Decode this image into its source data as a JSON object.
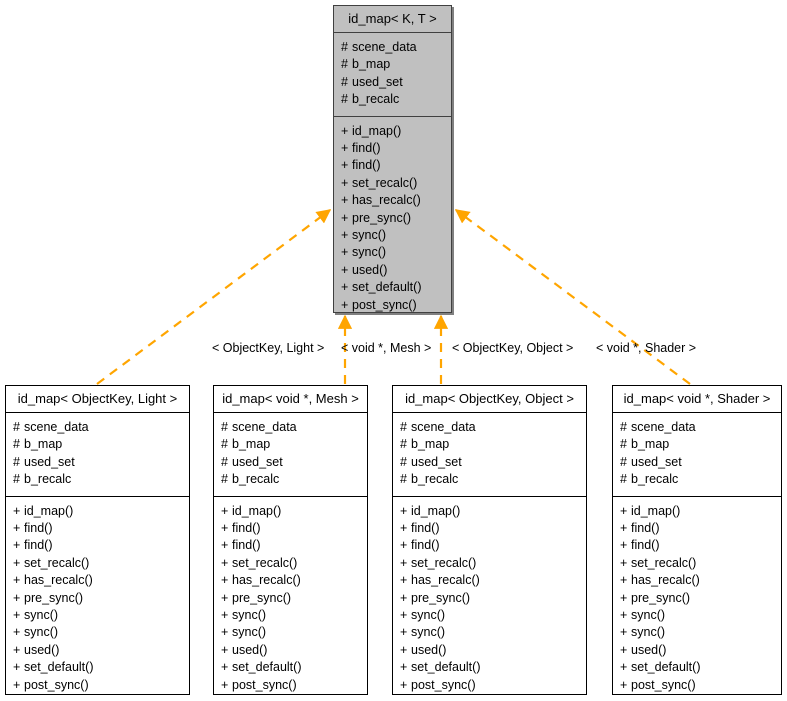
{
  "diagram": {
    "kind": "uml-inheritance-diagram",
    "arrow_color": "#ffa500",
    "base_fill": "#c0c0c0",
    "derived_fill": "#ffffff",
    "border_color": "#000000",
    "background": "#ffffff",
    "attribute_visibility_symbol": "#",
    "method_visibility_symbol": "+"
  },
  "base_class": {
    "name": "id_map< K, T >",
    "attributes": [
      "scene_data",
      "b_map",
      "used_set",
      "b_recalc"
    ],
    "methods": [
      "id_map()",
      "find()",
      "find()",
      "set_recalc()",
      "has_recalc()",
      "pre_sync()",
      "sync()",
      "sync()",
      "used()",
      "set_default()",
      "post_sync()"
    ]
  },
  "derived_classes": [
    {
      "name": "id_map< ObjectKey, Light >",
      "edge_label": "< ObjectKey, Light >",
      "attributes": [
        "scene_data",
        "b_map",
        "used_set",
        "b_recalc"
      ],
      "methods": [
        "id_map()",
        "find()",
        "find()",
        "set_recalc()",
        "has_recalc()",
        "pre_sync()",
        "sync()",
        "sync()",
        "used()",
        "set_default()",
        "post_sync()"
      ]
    },
    {
      "name": "id_map< void *, Mesh >",
      "edge_label": "< void *, Mesh >",
      "attributes": [
        "scene_data",
        "b_map",
        "used_set",
        "b_recalc"
      ],
      "methods": [
        "id_map()",
        "find()",
        "find()",
        "set_recalc()",
        "has_recalc()",
        "pre_sync()",
        "sync()",
        "sync()",
        "used()",
        "set_default()",
        "post_sync()"
      ]
    },
    {
      "name": "id_map< ObjectKey, Object >",
      "edge_label": "< ObjectKey, Object >",
      "attributes": [
        "scene_data",
        "b_map",
        "used_set",
        "b_recalc"
      ],
      "methods": [
        "id_map()",
        "find()",
        "find()",
        "set_recalc()",
        "has_recalc()",
        "pre_sync()",
        "sync()",
        "sync()",
        "used()",
        "set_default()",
        "post_sync()"
      ]
    },
    {
      "name": "id_map< void *, Shader >",
      "edge_label": "< void *, Shader >",
      "attributes": [
        "scene_data",
        "b_map",
        "used_set",
        "b_recalc"
      ],
      "methods": [
        "id_map()",
        "find()",
        "find()",
        "set_recalc()",
        "has_recalc()",
        "pre_sync()",
        "sync()",
        "sync()",
        "used()",
        "set_default()",
        "post_sync()"
      ]
    }
  ]
}
